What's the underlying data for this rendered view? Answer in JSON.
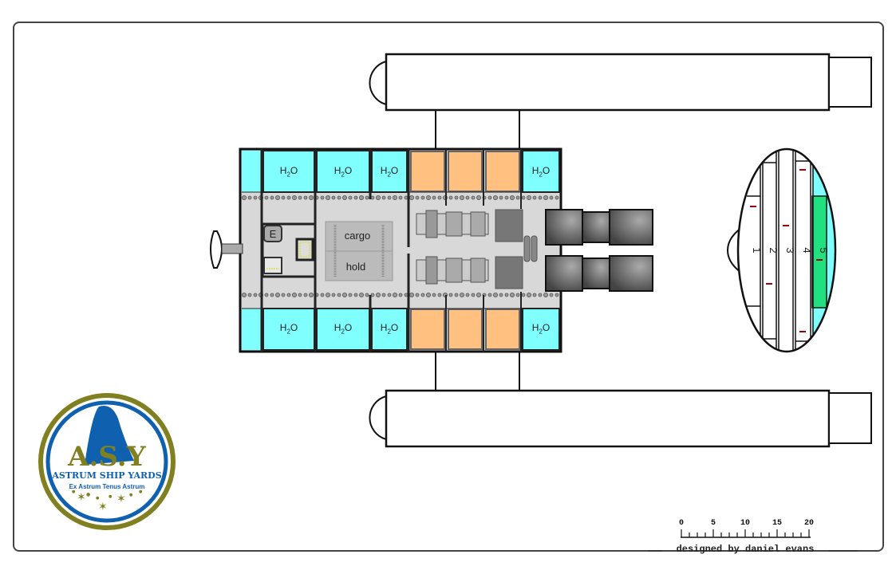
{
  "colors": {
    "water": "#80ffff",
    "fuel": "#ffc080",
    "hull_gray": "#d8d8d8",
    "engine_dark": "#666666",
    "deck_green": "#20e080",
    "logo_olive": "#808020",
    "logo_blue": "#1060b0"
  },
  "tanks": {
    "top": [
      {
        "label_main": "H",
        "label_sub": "2",
        "label_end": "O"
      },
      {
        "label_main": "H",
        "label_sub": "2",
        "label_end": "O"
      },
      {
        "label_main": "H",
        "label_sub": "2",
        "label_end": "O"
      },
      {
        "label_main": "H",
        "label_sub": "2",
        "label_end": "O"
      }
    ],
    "bottom": [
      {
        "label_main": "H",
        "label_sub": "2",
        "label_end": "O"
      },
      {
        "label_main": "H",
        "label_sub": "2",
        "label_end": "O"
      },
      {
        "label_main": "H",
        "label_sub": "2",
        "label_end": "O"
      },
      {
        "label_main": "H",
        "label_sub": "2",
        "label_end": "O"
      }
    ]
  },
  "cargo": {
    "line1": "cargo",
    "line2": "hold"
  },
  "elevator": {
    "label": "E"
  },
  "decks": [
    "1",
    "2",
    "3",
    "4",
    "5"
  ],
  "scale_bar": {
    "ticks": [
      "0",
      "5",
      "10",
      "15",
      "20"
    ]
  },
  "credit": "designed by daniel evans",
  "logo": {
    "initials": "A.S.Y",
    "name": "ASTRUM SHIP YARDS",
    "motto": "Ex Astrum Tenus Astrum"
  }
}
